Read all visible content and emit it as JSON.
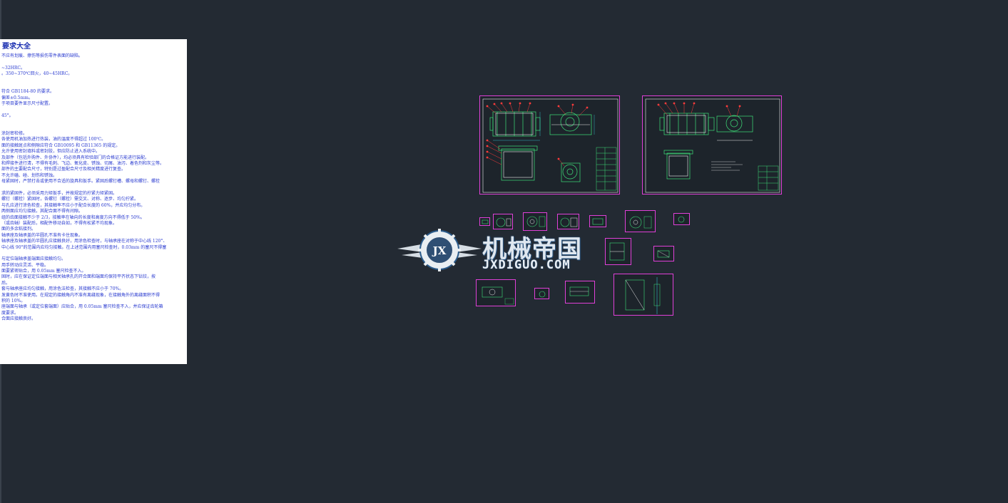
{
  "requirements": {
    "title": "要求大全",
    "lines": [
      "不应有划痕、擦伤等损伤零件表面的缺陷。",
      "",
      "~32HRC。",
      "。350~370℃回火，40~45HRC。",
      "",
      "",
      "符合 GB1184-80 的要求。",
      "偏差±0.5mm。",
      "于项目要件显示尺寸配置。",
      "",
      "45°。",
      "",
      "",
      "涂封密检修。",
      "各使用机油加热进行热装，油的温度不得超过 100℃。",
      "面的接触斑点和侧隙应符合 GB10095 和 GB11365 的规定。",
      "允许使用密封填料或密封胶，但应防止进入系统中。",
      "及部件（包括外购件、外协件），均必须具有检验部门的合格证方能进行装配。",
      "和焊接件进行清，不得有毛刺、飞边、氧化皮、锈蚀、切屑、油污、着色剂和灰尘等。",
      "部件的主要配合尺寸，特别是过盈配合尺寸及相关精度进行复查。",
      "不允许磕、碰、划伤和锈蚀。",
      "母紧固时，严禁打击或使用不合适的旋具和扳手。紧固后螺钉槽、螺母和螺钉、螺栓",
      "",
      "求的紧固件，必须采用力矩扳手，并按规定的拧紧力矩紧固。",
      "螺钉（螺栓）紧固时，各螺钉（螺栓）需交叉、对称、逐步、均匀拧紧。",
      "与孔应进行涂色检查，其接触率不应小于配合长度的 60%，并应均匀分布。",
      "两侧面应均匀接触，其配合面不得有间隙。",
      "组的齿面接触不少于 2/3，接触率在轴向的长度和高度方向不得低于 50%。",
      "（或齿轴）装配后，相配件移动自如，不得有松紧不均现象。",
      "面的多余粘接剂。",
      "轴承座及轴承盖的半圆孔不准有卡住现象。",
      "轴承座及轴承盖的半圆孔应接触良好，用涂色检查时，与轴承座在对称于中心线 120°、",
      "中心线 90°的范围内应均匀接触。在上述范围内用塞尺检查时，0.03mm 的塞尺不得塞",
      "",
      "与定位端轴承盖端面应接触均匀。",
      "用手转动应灵活、平稳。",
      "面要紧密贴合，用 0.05mm 塞尺检查不入。",
      "固时，应在保证定位端面与相关轴承孔的开合面和端面均保持平齐状态下钻铰，按",
      "后。",
      "套与轴承座应均匀接触，用涂色法检查，其接触不应小于 70%。",
      "发黄色时不准使用。在规定的接触角内不准有离缝现象，在接触角外的离缝面积不得",
      "积的 10%。",
      "座端面与轴承（或定位套端面）应贴合，用 0.05mm 塞尺检查不入，并应保证齿轮箱",
      "度要求。",
      "合面应接触良好。"
    ]
  },
  "watermark": {
    "name_cn": "机械帝国",
    "name_en": "JXDIGUO.COM",
    "badge": "JX"
  },
  "colors": {
    "background": "#232a33",
    "sheet_border": "#e040d8",
    "line_green": "#3fe07a",
    "line_white": "#f0f0f0",
    "leader_red": "#ff3b3b",
    "dim_cyan": "#36d6e8",
    "text_blue": "#2a3bd0"
  }
}
